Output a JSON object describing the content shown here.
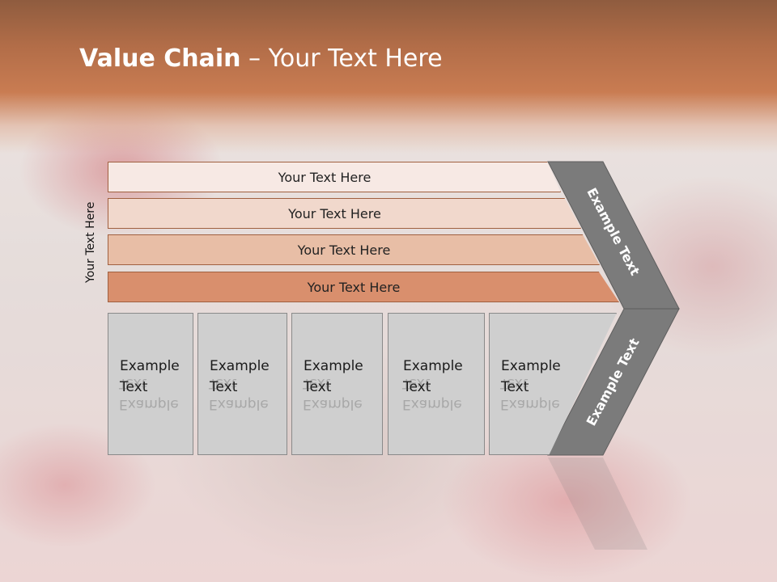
{
  "slide": {
    "title_bold": "Value Chain",
    "title_rest": " – Your Text Here",
    "vertical_label": "Your Text Here",
    "bars": [
      {
        "label": "Your Text Here"
      },
      {
        "label": "Your Text Here"
      },
      {
        "label": "Your Text Here"
      },
      {
        "label": "Your Text Here"
      }
    ],
    "boxes": [
      {
        "line1": "Example",
        "line2": "Text"
      },
      {
        "line1": "Example",
        "line2": "Text"
      },
      {
        "line1": "Example",
        "line2": "Text"
      },
      {
        "line1": "Example",
        "line2": "Text"
      },
      {
        "line1": "Example",
        "line2": "Text"
      }
    ],
    "chevron": {
      "upper_label": "Example Text",
      "lower_label": "Example Text"
    },
    "colors": {
      "header": "#c97c52",
      "chevron": "#7b7b7b",
      "box": "#cfcfcf"
    }
  }
}
